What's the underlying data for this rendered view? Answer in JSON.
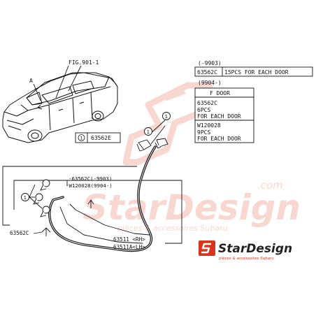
{
  "callouts": {
    "fig_ref": "FIG.901-1",
    "label_a": "A",
    "circle_1": "1"
  },
  "legend": {
    "ref_num": "63562E"
  },
  "parts_table": {
    "range_early": "(-9903)",
    "early_part": "63562C",
    "early_qty": "15PCS FOR EACH DOOR",
    "range_late": "(9904-)",
    "door_header": "F DOOR",
    "late_part1": "63562C",
    "late_qty1_line1": "6PCS",
    "late_qty1_line2": "FOR EACH DOOR",
    "late_part2": "W120028",
    "late_qty2_line1": "9PCS",
    "late_qty2_line2": "FOR EACH DOOR"
  },
  "detail_labels": {
    "clip_early": "-63562C(-9903)",
    "clip_late": "-W120028(9904-)",
    "clip_left": "63562C",
    "weatherstrip_rh": "63511    <RH>",
    "weatherstrip_lh": "63511A<LH>"
  },
  "watermark": {
    "domain": ".com",
    "main": "StarDesign",
    "tagline": "pièces & accessoires Subaru",
    "logo_main": "StarDesign",
    "logo_tagline": "pièces & accessoires Subaru"
  },
  "colors": {
    "line": "#111111",
    "watermark_red": "#f2b8a8",
    "logo_red": "#d8341e",
    "logo_black": "#222222"
  }
}
